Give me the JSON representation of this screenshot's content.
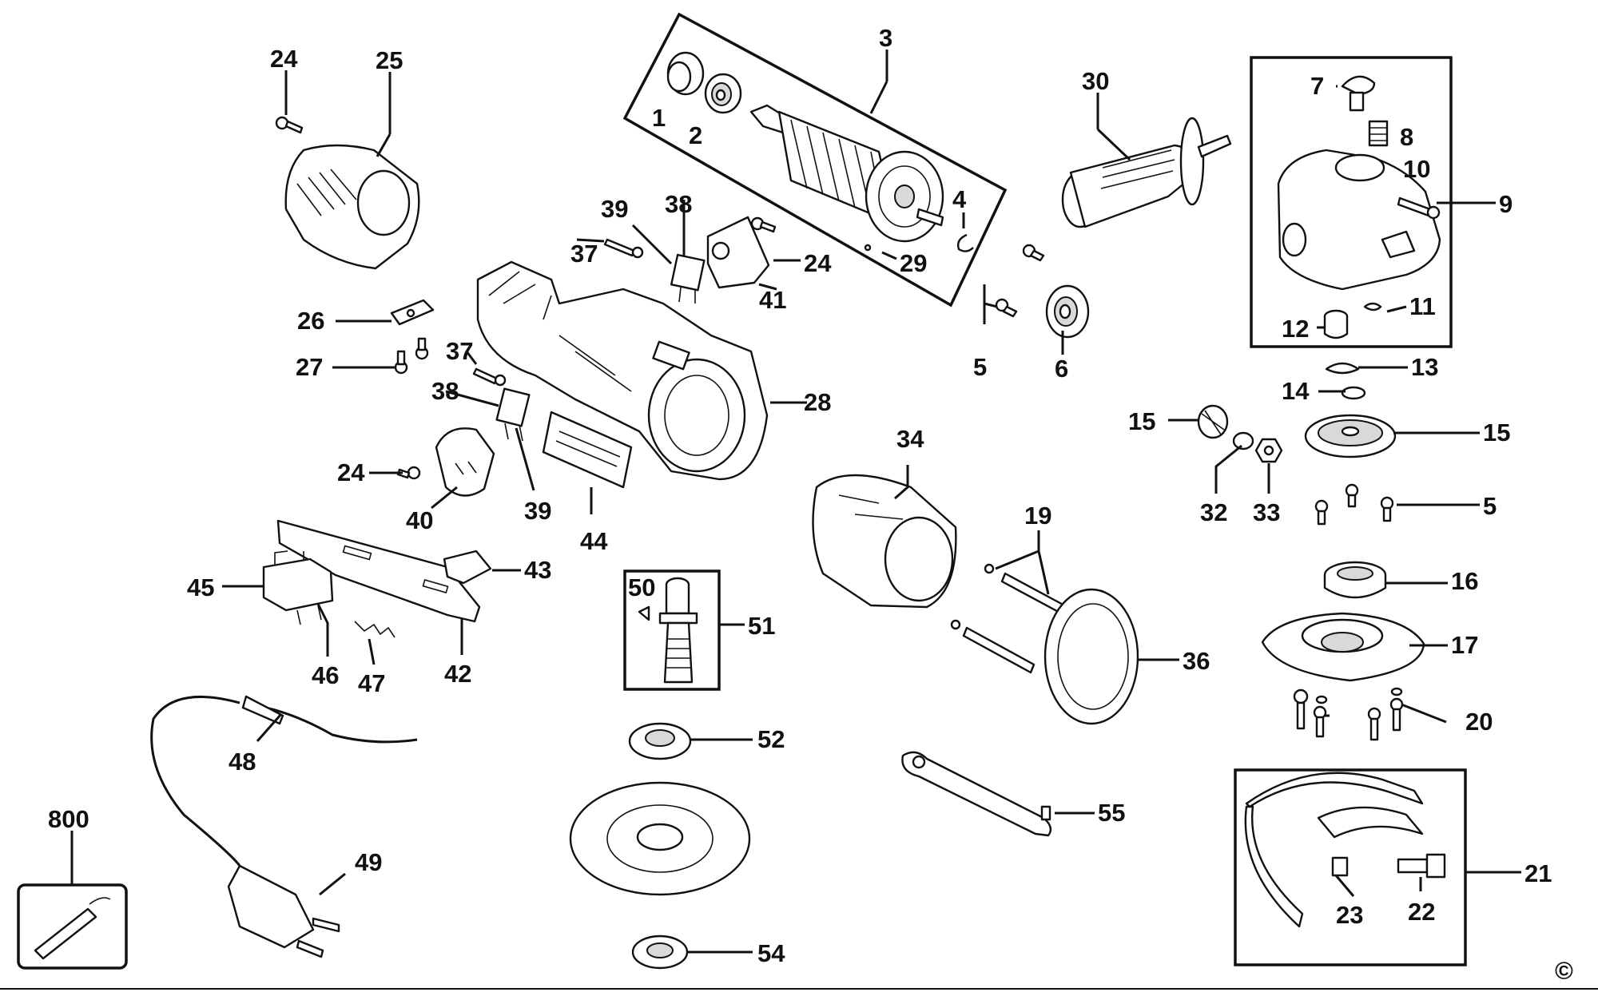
{
  "labels": {
    "l1": "1",
    "l2": "2",
    "l3": "3",
    "l4": "4",
    "l5a": "5",
    "l5b": "5",
    "l6": "6",
    "l7": "7",
    "l8": "8",
    "l9": "9",
    "l10": "10",
    "l11": "11",
    "l12": "12",
    "l13": "13",
    "l14": "14",
    "l15a": "15",
    "l15b": "15",
    "l16": "16",
    "l17": "17",
    "l19": "19",
    "l20": "20",
    "l21": "21",
    "l22": "22",
    "l23": "23",
    "l24a": "24",
    "l24b": "24",
    "l24c": "24",
    "l25": "25",
    "l26": "26",
    "l27": "27",
    "l28": "28",
    "l29": "29",
    "l30": "30",
    "l32": "32",
    "l33": "33",
    "l34": "34",
    "l36": "36",
    "l37a": "37",
    "l37b": "37",
    "l38a": "38",
    "l38b": "38",
    "l39a": "39",
    "l39b": "39",
    "l40": "40",
    "l41": "41",
    "l42": "42",
    "l43": "43",
    "l44": "44",
    "l45": "45",
    "l46": "46",
    "l47": "47",
    "l48": "48",
    "l49": "49",
    "l50": "50",
    "l51": "51",
    "l52": "52",
    "l54": "54",
    "l55": "55",
    "l800": "800"
  },
  "copyright_symbol": "©",
  "colors": {
    "ink": "#111111",
    "paper": "#ffffff"
  }
}
